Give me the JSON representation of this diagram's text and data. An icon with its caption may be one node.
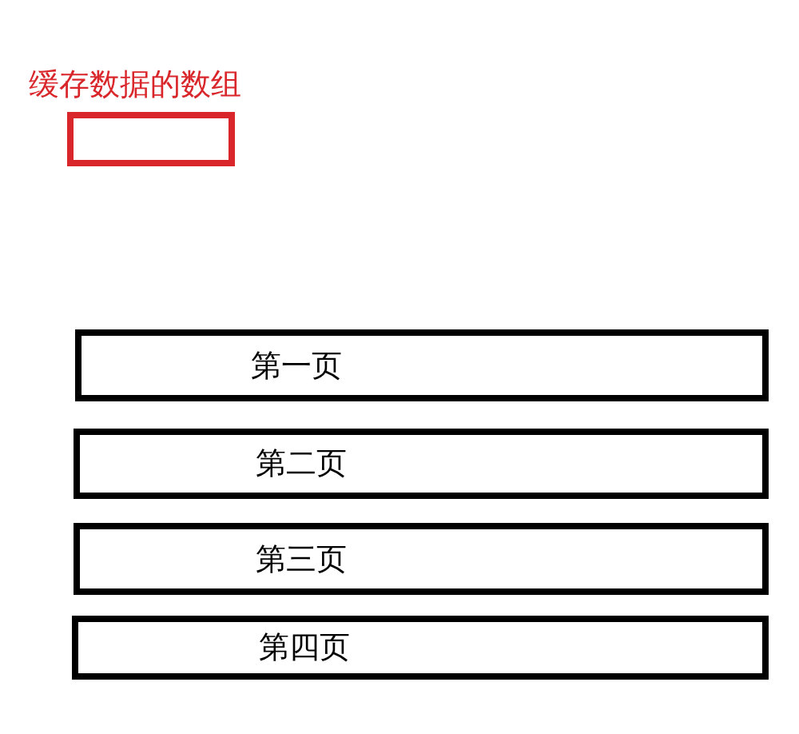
{
  "diagram": {
    "nodes": [
      {
        "text": [
          "缓存数据的数组"
        ]
      },
      {
        "text": [
          "第一页"
        ]
      },
      {
        "text": [
          "第二页"
        ]
      },
      {
        "text": [
          "第三页"
        ]
      },
      {
        "text": [
          "第四页"
        ]
      }
    ],
    "edges": []
  }
}
